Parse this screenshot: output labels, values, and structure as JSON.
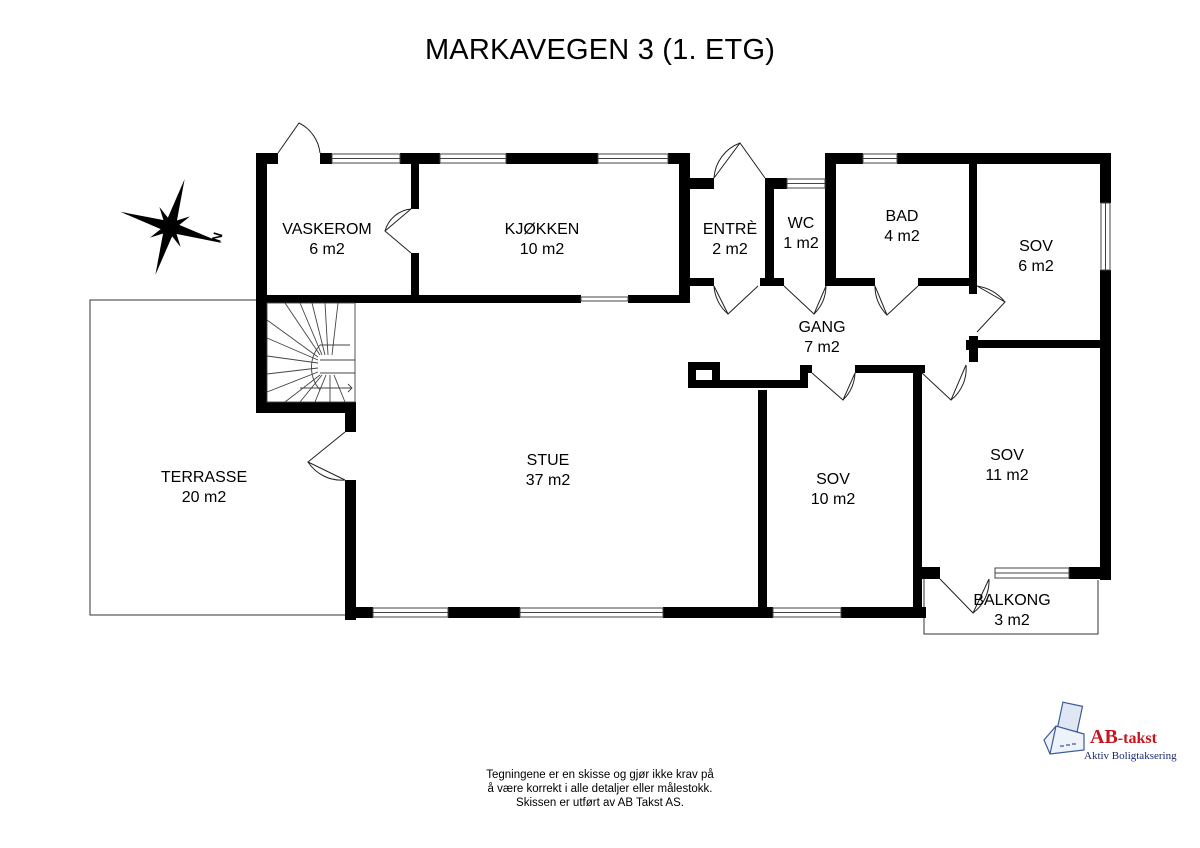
{
  "title": "MARKAVEGEN 3 (1. ETG)",
  "compass": {
    "label": "N",
    "icon": "compass-rose-icon"
  },
  "rooms": [
    {
      "name": "VASKEROM",
      "area": "6 m2"
    },
    {
      "name": "KJØKKEN",
      "area": "10 m2"
    },
    {
      "name": "ENTRÈ",
      "area": "2 m2"
    },
    {
      "name": "WC",
      "area": "1 m2"
    },
    {
      "name": "BAD",
      "area": "4 m2"
    },
    {
      "name": "SOV",
      "area": "6 m2"
    },
    {
      "name": "GANG",
      "area": "7 m2"
    },
    {
      "name": "TERRASSE",
      "area": "20 m2"
    },
    {
      "name": "STUE",
      "area": "37 m2"
    },
    {
      "name": "SOV",
      "area": "10 m2"
    },
    {
      "name": "SOV",
      "area": "11 m2"
    },
    {
      "name": "BALKONG",
      "area": "3 m2"
    }
  ],
  "disclaimer": [
    "Tegningene er en skisse og gjør ikke krav på",
    "å være korrekt i alle detaljer eller målestokk.",
    "Skissen er utført av AB Takst AS."
  ],
  "logo": {
    "brand": "AB",
    "brand_suffix": "-takst",
    "tagline": "Aktiv Boligtaksering",
    "brand_color": "#c4161c",
    "tagline_color": "#1a2a6c"
  }
}
